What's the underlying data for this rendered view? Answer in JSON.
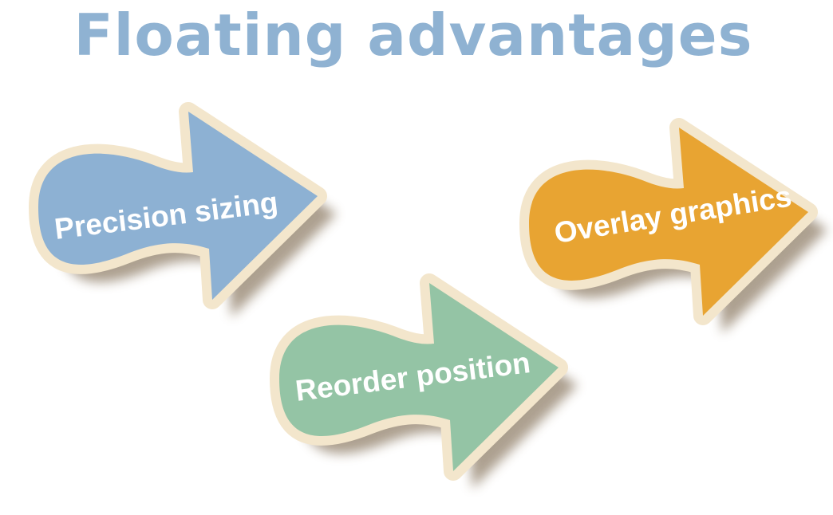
{
  "title": "Floating advantages",
  "colors": {
    "title": "#8fb2d2",
    "border": "#f3e6cc",
    "border_stroke": "#d9c39a",
    "shadow": "#6b5234",
    "blue_arrow": "#8db1d3",
    "green_arrow": "#94c4a5",
    "orange_arrow": "#e8a432",
    "label": "#ffffff"
  },
  "arrows": [
    {
      "label": "Precision sizing",
      "color_key": "blue_arrow"
    },
    {
      "label": "Reorder position",
      "color_key": "green_arrow"
    },
    {
      "label": "Overlay graphics",
      "color_key": "orange_arrow"
    }
  ]
}
